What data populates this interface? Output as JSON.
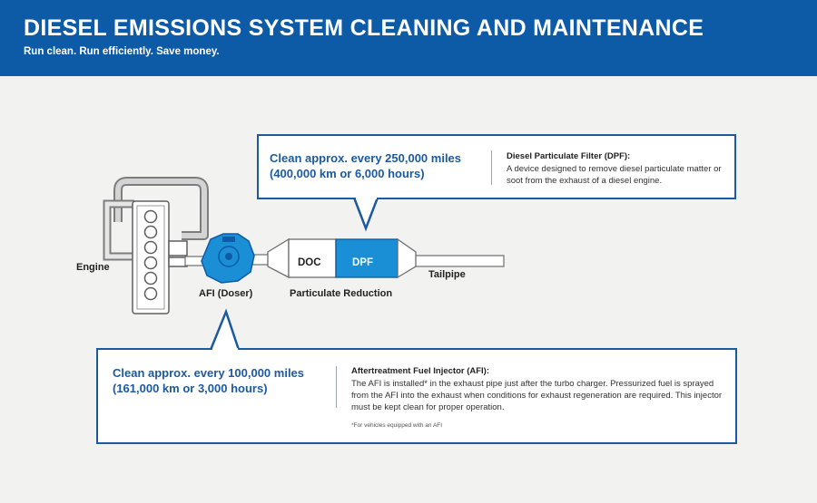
{
  "header": {
    "title": "DIESEL EMISSIONS SYSTEM CLEANING AND MAINTENANCE",
    "subtitle": "Run clean. Run efficiently. Save money."
  },
  "diagram": {
    "labels": {
      "engine": "Engine",
      "afi": "AFI (Doser)",
      "doc": "DOC",
      "dpf": "DPF",
      "particulate_reduction": "Particulate Reduction",
      "tailpipe": "Tailpipe"
    }
  },
  "dpf_callout": {
    "interval_line1": "Clean approx. every 250,000 miles",
    "interval_line2": "(400,000 km or 6,000 hours)",
    "title": "Diesel Particulate Filter (DPF):",
    "description": "A device designed to remove diesel particulate matter or soot from the exhaust of a diesel engine."
  },
  "afi_callout": {
    "interval_line1": "Clean approx. every 100,000 miles",
    "interval_line2": "(161,000 km or 3,000 hours)",
    "title": "Aftertreatment Fuel Injector (AFI):",
    "description": "The AFI is installed* in the exhaust pipe just after the turbo charger. Pressurized fuel is sprayed from the AFI into the exhaust when conditions for exhaust regeneration are required. This injector must be kept clean for proper operation.",
    "footnote": "*For vehicles equipped with an AFI"
  },
  "colors": {
    "brand_blue": "#0d5aa7",
    "callout_blue": "#1c5aa0",
    "component_blue": "#1a8fd6",
    "background": "#f2f3f0"
  }
}
